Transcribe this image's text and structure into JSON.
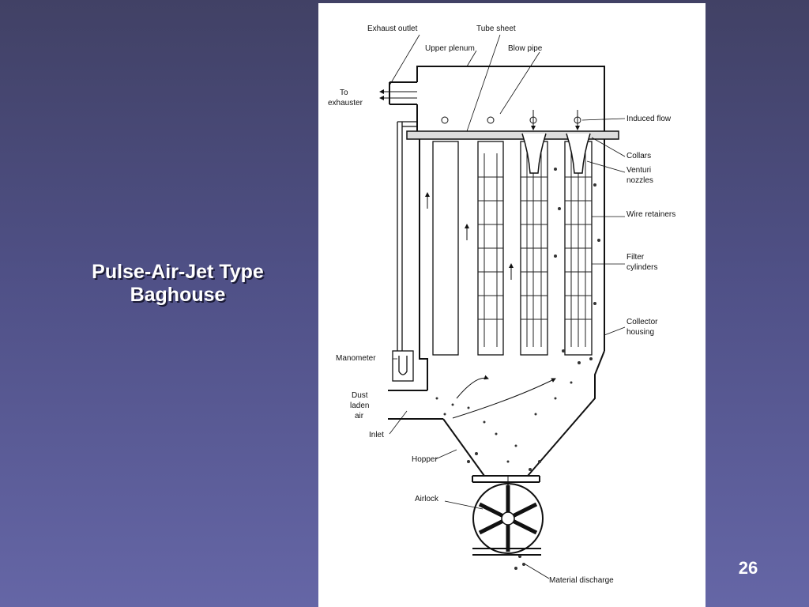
{
  "slide": {
    "title_line1": "Pulse-Air-Jet Type",
    "title_line2": "Baghouse",
    "page_number": "26"
  },
  "diagram": {
    "labels": {
      "exhaust_outlet": "Exhaust outlet",
      "tube_sheet": "Tube sheet",
      "upper_plenum": "Upper plenum",
      "blow_pipe": "Blow pipe",
      "to": "To",
      "exhauster": "exhauster",
      "induced_flow": "Induced flow",
      "collars": "Collars",
      "venturi": "Venturi",
      "nozzles": "nozzles",
      "wire_retainers": "Wire retainers",
      "filter": "Filter",
      "cylinders": "cylinders",
      "collector": "Collector",
      "housing": "housing",
      "manometer": "Manometer",
      "dust": "Dust",
      "laden": "laden",
      "air": "air",
      "inlet": "Inlet",
      "hopper": "Hopper",
      "airlock": "Airlock",
      "material_discharge": "Material discharge"
    }
  },
  "colors": {
    "text": "#ffffff",
    "figure_bg": "#ffffff",
    "ink": "#111111"
  }
}
